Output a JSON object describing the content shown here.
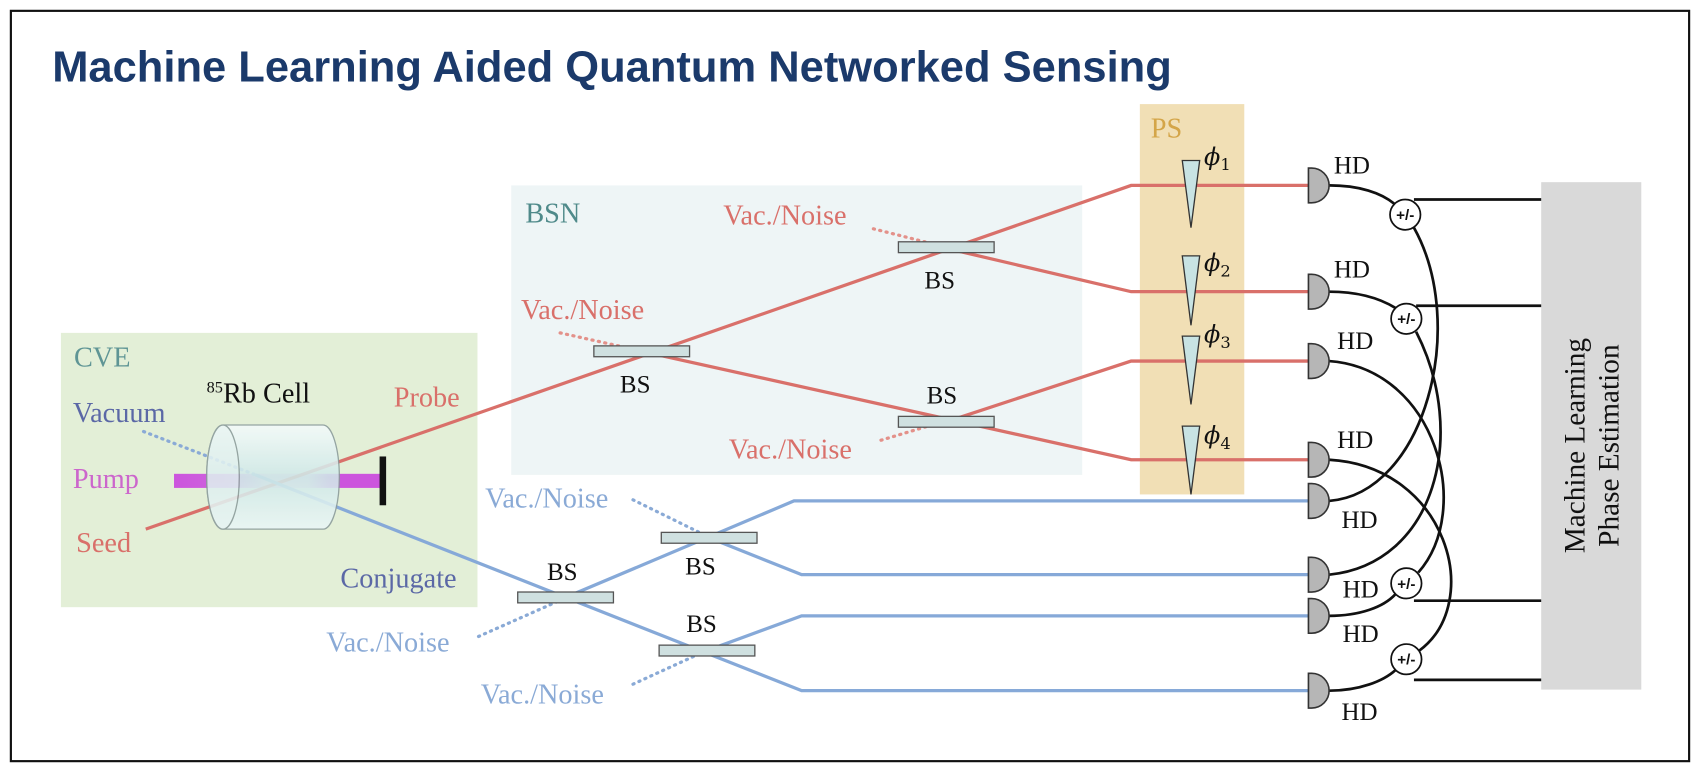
{
  "title": "Machine Learning Aided Quantum Networked Sensing",
  "cve": {
    "label": "CVE",
    "cell_isotope": "85",
    "cell_label": "Rb Cell",
    "vacuum": "Vacuum",
    "pump": "Pump",
    "seed": "Seed",
    "probe": "Probe",
    "conjugate": "Conjugate"
  },
  "bsn": {
    "label": "BSN",
    "noise_inputs": [
      "Vac./Noise",
      "Vac./Noise",
      "Vac./Noise"
    ],
    "splitters": [
      "BS",
      "BS",
      "BS"
    ]
  },
  "conjugate_network": {
    "noise_inputs": [
      "Vac./Noise",
      "Vac./Noise",
      "Vac./Noise"
    ],
    "splitters": [
      "BS",
      "BS",
      "BS"
    ]
  },
  "ps": {
    "label": "PS",
    "phases": [
      {
        "symbol": "ϕ",
        "index": "1"
      },
      {
        "symbol": "ϕ",
        "index": "2"
      },
      {
        "symbol": "ϕ",
        "index": "3"
      },
      {
        "symbol": "ϕ",
        "index": "4"
      }
    ]
  },
  "detectors": [
    "HD",
    "HD",
    "HD",
    "HD",
    "HD",
    "HD",
    "HD",
    "HD"
  ],
  "combiners": [
    "+/-",
    "+/-",
    "+/-",
    "+/-"
  ],
  "estimator": {
    "line1": "Machine Learning",
    "line2": "Phase Estimation"
  },
  "colors": {
    "title": "#1b3a6b",
    "probe_beam": "#d9706a",
    "probe_noise": "#e3918a",
    "conjugate_beam": "#86a9d8",
    "conjugate_noise": "#8aaad6",
    "vacuum": "#5b68a6",
    "pump": "#cc66cc",
    "cve_region": "#e3efd7",
    "cve_text": "#5f9595",
    "bsn_region": "#eef5f6",
    "bsn_text": "#4f8a8a",
    "ps_region": "#f1dfb5",
    "ps_text": "#d4a548",
    "estimator_region": "#d9d9d9"
  }
}
